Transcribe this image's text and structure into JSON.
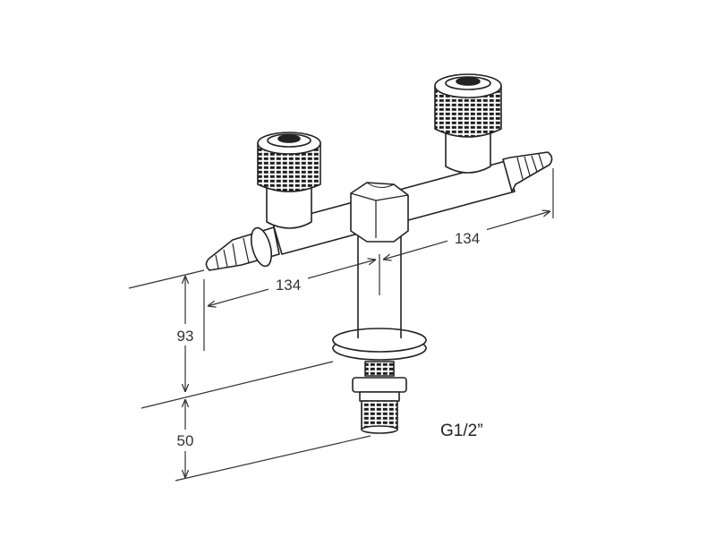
{
  "dimensions": {
    "width_left": "134",
    "width_right": "134",
    "height_upper": "93",
    "height_lower": "50"
  },
  "thread": {
    "label": "G1/2”"
  },
  "colors": {
    "line": "#222222",
    "dimension_line": "#333333",
    "body_fill": "#ffffff"
  }
}
